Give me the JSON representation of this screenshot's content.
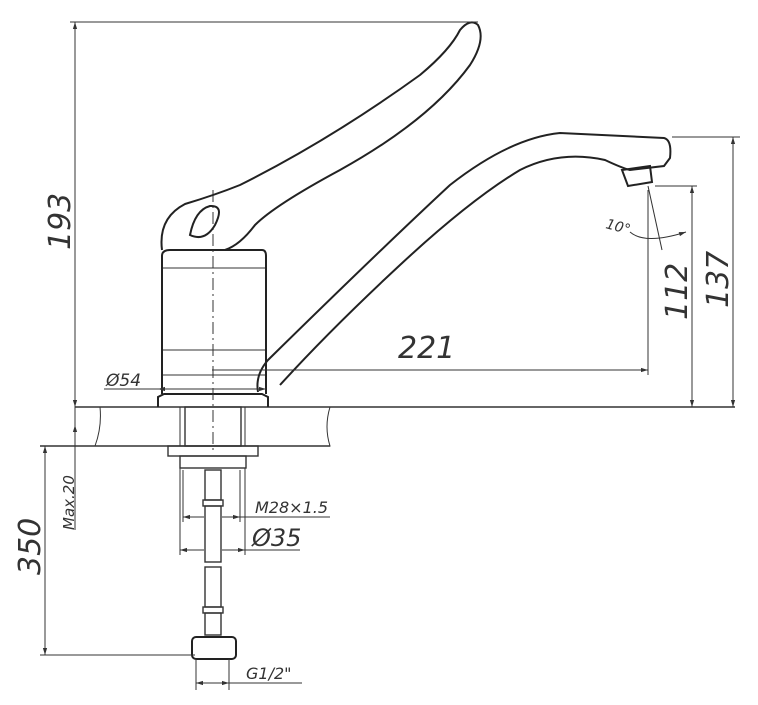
{
  "drawing": {
    "dimensions": {
      "total_height": "193",
      "spout_height": "137",
      "spout_outlet_height": "112",
      "spout_reach": "221",
      "base_diameter": "Ø54",
      "max_counter_thickness": "Max.20",
      "hose_length": "350",
      "thread": "M28×1.5",
      "shank_diameter": "Ø35",
      "connection": "G1/2\"",
      "aerator_angle": "10°"
    }
  }
}
